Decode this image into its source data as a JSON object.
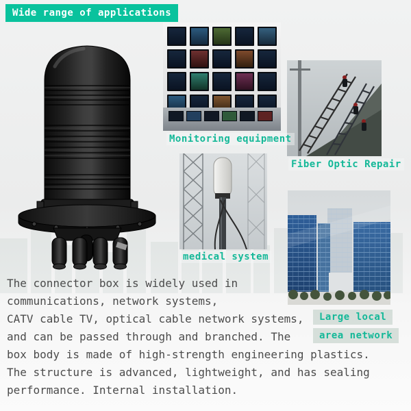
{
  "banner": {
    "title": "Wide range of applications",
    "bg_color": "#09c29d",
    "text_color": "#ffffff"
  },
  "captions": {
    "monitoring": "Monitoring equipment",
    "fiber_repair": "Fiber Optic Repair",
    "medical": "medical system",
    "network": {
      "line1": "Large local",
      "line2": "area network"
    }
  },
  "description": {
    "text_color": "#4b4b4b",
    "lines": [
      "The connector box is widely used in",
      "communications, network systems,",
      "CATV cable TV, optical cable network systems,",
      "and can be passed through and branched. The",
      "box body is made of high-strength engineering plastics.",
      "The structure is advanced, lightweight, and has sealing",
      "performance. Internal installation."
    ]
  },
  "images": {
    "product": "fiber-optic-splice-closure-product-photo",
    "monitoring": "monitor-wall-photo",
    "fiber_repair": "workers-on-ladders-photo",
    "medical": "antenna-pole-photo",
    "network": "office-buildings-photo"
  },
  "colors": {
    "accent_teal": "#14b898",
    "caption_highlight": "#d1dcd6"
  }
}
